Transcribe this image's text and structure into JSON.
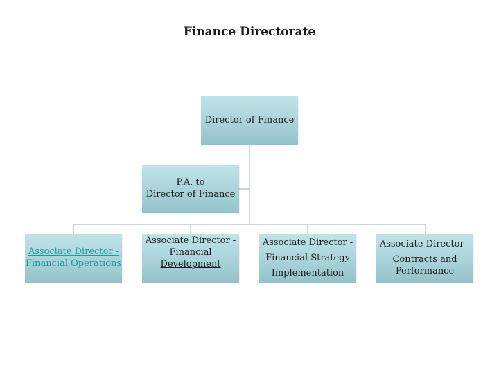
{
  "title": "Finance Directorate",
  "director": {
    "label": "Director of Finance"
  },
  "pa": {
    "line1": "P.A. to",
    "line2": "Director of Finance"
  },
  "associates": [
    {
      "line1": "Associate Director -",
      "line2": "Financial Operations"
    },
    {
      "line1": "Associate Director -",
      "line2": "Financial",
      "line3": "Development"
    },
    {
      "line1": "Associate Director -",
      "line2": "Financial Strategy",
      "line3": "Implementation"
    },
    {
      "line1": "Associate Director -",
      "line2": "Contracts and",
      "line3": "Performance"
    }
  ],
  "colors": {
    "box": "#a9d3d9",
    "connector": "#b8c8cc",
    "link": "#1f9a9a"
  }
}
